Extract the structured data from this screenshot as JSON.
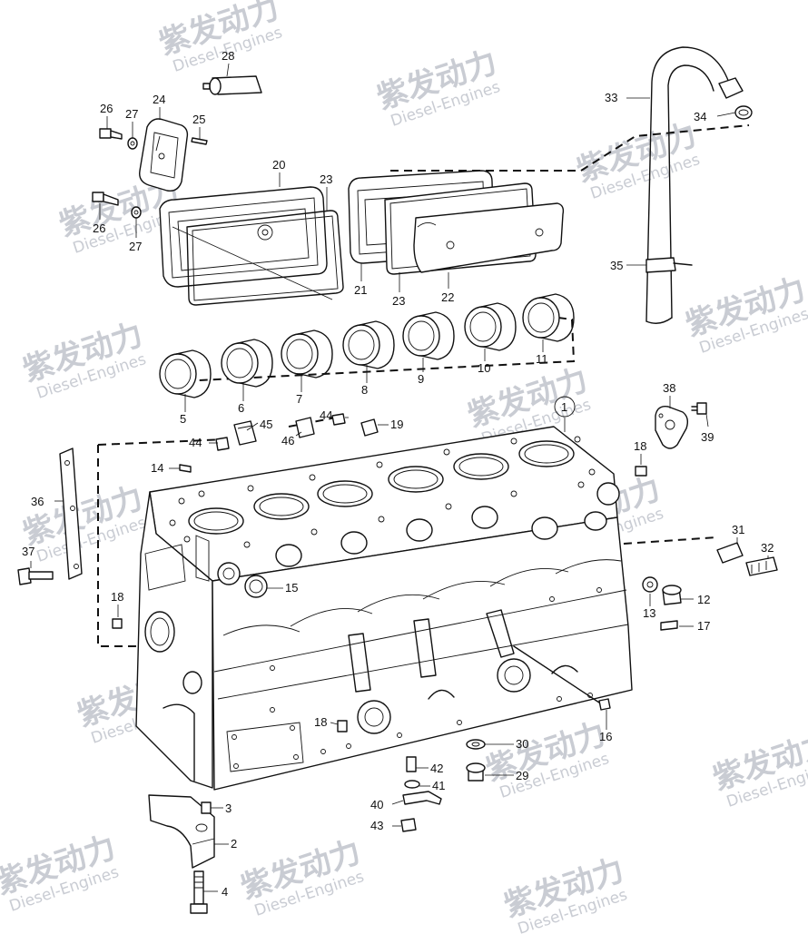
{
  "watermark": {
    "brand_cn": "紫发动力",
    "brand_en": "Diesel-Engines"
  },
  "part_labels": [
    "1",
    "2",
    "3",
    "4",
    "5",
    "6",
    "7",
    "8",
    "9",
    "10",
    "11",
    "12",
    "13",
    "14",
    "15",
    "16",
    "17",
    "18",
    "18",
    "18",
    "19",
    "20",
    "21",
    "22",
    "23",
    "23",
    "24",
    "25",
    "26",
    "26",
    "27",
    "27",
    "28",
    "29",
    "30",
    "31",
    "32",
    "33",
    "34",
    "35",
    "36",
    "37",
    "38",
    "39",
    "40",
    "41",
    "42",
    "43",
    "44",
    "44",
    "45",
    "46"
  ],
  "colors": {
    "line": "#111111",
    "watermark": "#c9ccd3"
  }
}
